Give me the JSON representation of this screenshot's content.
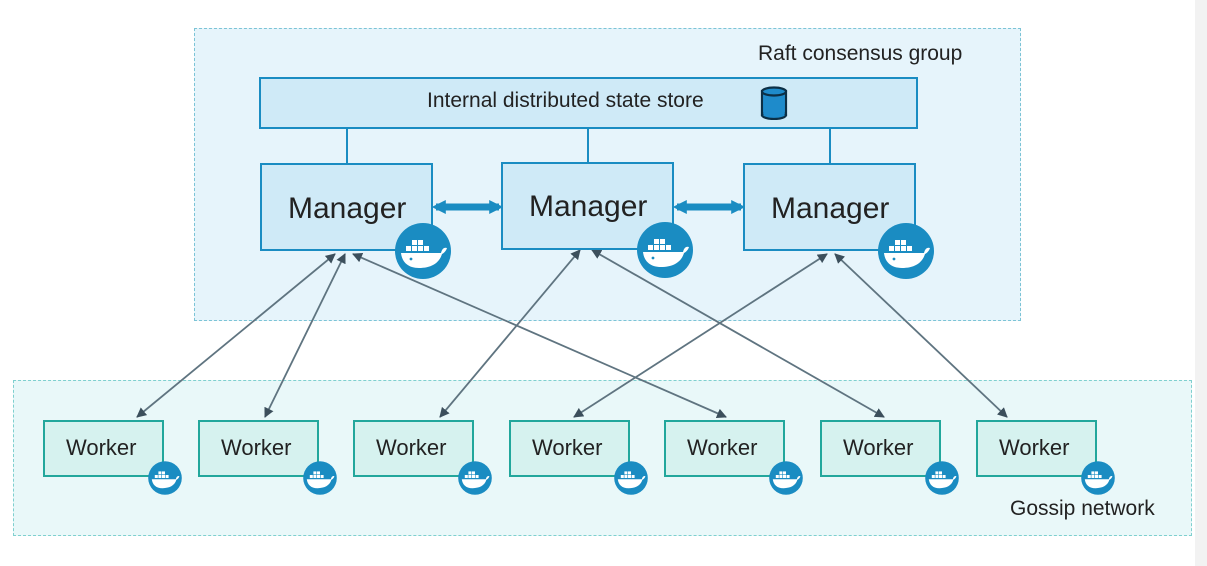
{
  "raft_group": {
    "label": "Raft consensus group"
  },
  "state_store": {
    "label": "Internal distributed state store",
    "icon": "database-icon"
  },
  "managers": [
    {
      "label": "Manager",
      "icon": "docker-whale-icon"
    },
    {
      "label": "Manager",
      "icon": "docker-whale-icon"
    },
    {
      "label": "Manager",
      "icon": "docker-whale-icon"
    }
  ],
  "workers": [
    {
      "label": "Worker",
      "icon": "docker-whale-icon"
    },
    {
      "label": "Worker",
      "icon": "docker-whale-icon"
    },
    {
      "label": "Worker",
      "icon": "docker-whale-icon"
    },
    {
      "label": "Worker",
      "icon": "docker-whale-icon"
    },
    {
      "label": "Worker",
      "icon": "docker-whale-icon"
    },
    {
      "label": "Worker",
      "icon": "docker-whale-icon"
    },
    {
      "label": "Worker",
      "icon": "docker-whale-icon"
    }
  ],
  "gossip_group": {
    "label": "Gossip network"
  },
  "colors": {
    "manager_border": "#1a8cc2",
    "worker_border": "#22a79c",
    "whale_badge": "#1a8cc2",
    "link_line": "#5f7480"
  }
}
